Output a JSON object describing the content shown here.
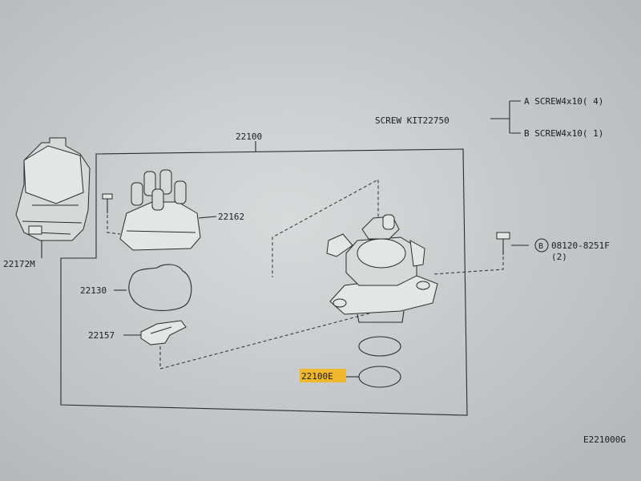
{
  "labels": {
    "assembly": "22100",
    "cap_outer": "22172M",
    "cap": "22162",
    "gasket": "22130",
    "rotor": "22157",
    "oring": "22100E",
    "screw_kit": "SCREW KIT22750",
    "screw_a": "A SCREW4x10( 4)",
    "screw_b": "B SCREW4x10( 1)",
    "bolt_circle": "B",
    "bolt_code": "08120-8251F",
    "bolt_qty": "(2)",
    "figure_code": "E221000G"
  },
  "colors": {
    "background": "#c9ccce",
    "highlight": "#f2b51c",
    "line": "#2a2c2e"
  }
}
